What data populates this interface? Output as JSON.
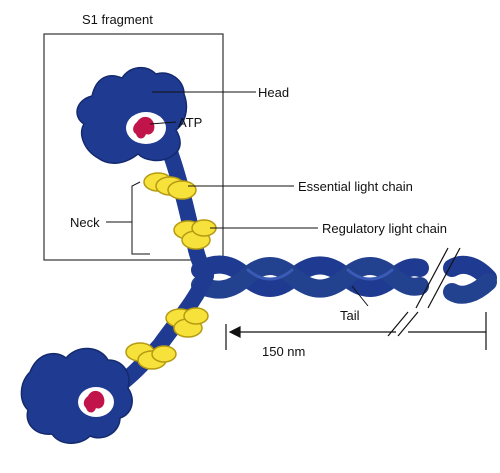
{
  "labels": {
    "s1_fragment": "S1 fragment",
    "head": "Head",
    "atp": "ATP",
    "essential_light_chain": "Essential light chain",
    "neck": "Neck",
    "regulatory_light_chain": "Regulatory light chain",
    "tail": "Tail",
    "length": "150 nm"
  },
  "colors": {
    "myosin": "#1f3b91",
    "myosin_dark": "#142a6e",
    "light_chain": "#f6e23a",
    "light_chain_edge": "#b59a12",
    "atp": "#c0144a",
    "line": "#111111"
  }
}
